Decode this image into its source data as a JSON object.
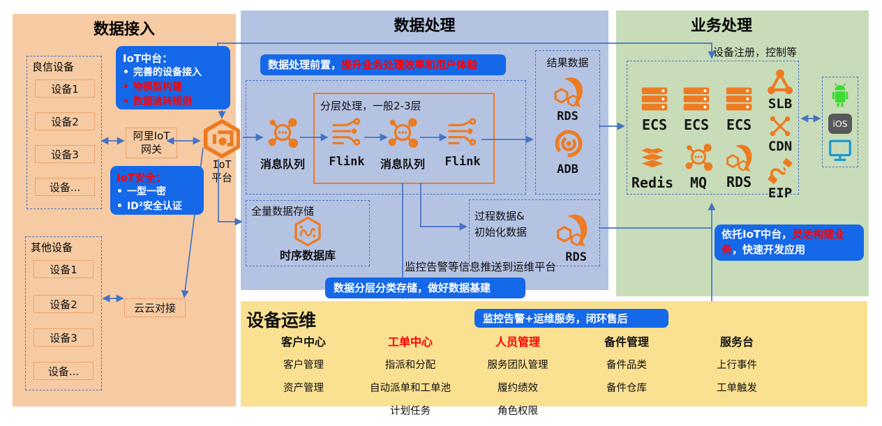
{
  "bullet": "•",
  "colors": {
    "section_access_bg": "#f6cba3",
    "section_process_bg": "#b5c3e3",
    "section_business_bg": "#c9dcb9",
    "section_ops_bg": "#fae091",
    "note_box_blue": "#1568e8",
    "icon_orange": "#ed7b21",
    "arrow_blue": "#4472c4",
    "highlight_red": "#ff0000"
  },
  "access": {
    "title": "数据接入",
    "group1": {
      "label": "良信设备",
      "devices": [
        "设备1",
        "设备2",
        "设备3",
        "设备..."
      ]
    },
    "group2": {
      "label": "其他设备",
      "devices": [
        "设备1",
        "设备2",
        "设备3",
        "设备..."
      ]
    },
    "gateway_line1": "阿里IoT",
    "gateway_line2": "网关",
    "cloud_connect": "云云对接",
    "platform_line1": "IoT",
    "platform_line2": "平台",
    "mid_note": {
      "title": "IoT中台：",
      "item1": "完善的设备接入",
      "item2": "物模型构建",
      "item3": "数据流转规则"
    },
    "sec_note": {
      "title": "IoT安全：",
      "item1": "一型一密",
      "item2": "ID²安全认证"
    }
  },
  "process": {
    "title": "数据处理",
    "front_note_white": "数据处理前置，",
    "front_note_red": "提升业务处理效率和用户体验",
    "layer_label": "分层处理，一般2-3层",
    "p1": "消息队列",
    "p2": "Flink",
    "p3": "消息队列",
    "p4": "Flink",
    "storage_label": "全量数据存储",
    "tsdb_label": "时序数据库",
    "result_label": "结果数据",
    "rds": "RDS",
    "adb": "ADB",
    "process_label1": "过程数据&",
    "process_label2": "初始化数据",
    "rds2": "RDS",
    "monitor_text": "监控告警等信息推送到运维平台",
    "storage_note": "数据分层分类存储，做好数据基建"
  },
  "business": {
    "title": "业务处理",
    "register_text": "设备注册，控制等",
    "ecs1": "ECS",
    "ecs2": "ECS",
    "ecs3": "ECS",
    "slb": "SLB",
    "cdn": "CDN",
    "eip": "EIP",
    "redis": "Redis",
    "mq": "MQ",
    "rds": "RDS",
    "ios_label": "iOS",
    "note_w1": "依托IoT中台，",
    "note_r": "灵活构建业务",
    "note_w2": "，快速开发应用"
  },
  "ops": {
    "title": "设备运维",
    "note": "监控告警+运维服务，闭环售后",
    "col1": {
      "header": "客户中心",
      "i1": "客户管理",
      "i2": "资产管理"
    },
    "col2": {
      "header": "工单中心",
      "i1": "指派和分配",
      "i2": "自动派单和工单池",
      "i3": "计划任务"
    },
    "col3": {
      "header": "人员管理",
      "i1": "服务团队管理",
      "i2": "履约绩效",
      "i3": "角色权限"
    },
    "col4": {
      "header": "备件管理",
      "i1": "备件品类",
      "i2": "备件仓库"
    },
    "col5": {
      "header": "服务台",
      "i1": "上行事件",
      "i2": "工单触发"
    }
  }
}
